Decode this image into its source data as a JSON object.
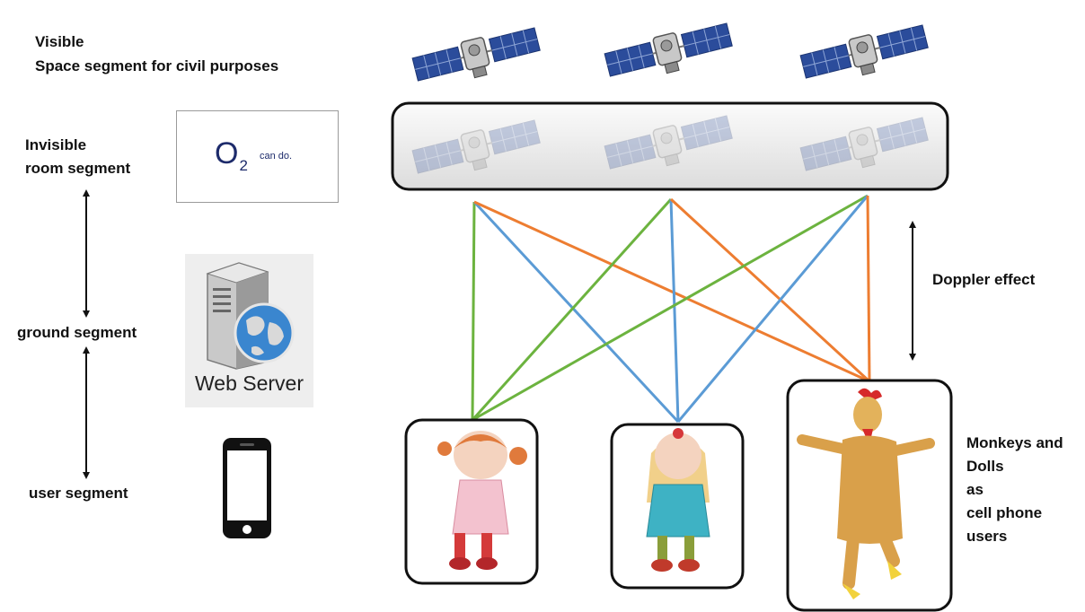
{
  "labels": {
    "visible": "Visible",
    "space_segment": "Space segment for civil purposes",
    "invisible": "Invisible",
    "room_segment": "room segment",
    "ground_segment": "ground segment",
    "user_segment": "user segment",
    "doppler": "Doppler effect",
    "users_line1": "Monkeys and",
    "users_line2": "Dolls",
    "users_line3": "as",
    "users_line4": "cell phone",
    "users_line5": "users"
  },
  "logo": {
    "brand": "O",
    "subscript": "2",
    "tagline": "can do."
  },
  "server": {
    "label": "Web Server"
  },
  "icons": [
    "satellite-icon",
    "server-icon",
    "globe-icon",
    "smartphone-icon",
    "doll-figure",
    "chicken-costume-figure"
  ],
  "colors": {
    "link_green": "#6cb33f",
    "link_blue": "#5b9bd5",
    "link_orange": "#ed7d31",
    "panel_blue": "#2b4c9b"
  }
}
